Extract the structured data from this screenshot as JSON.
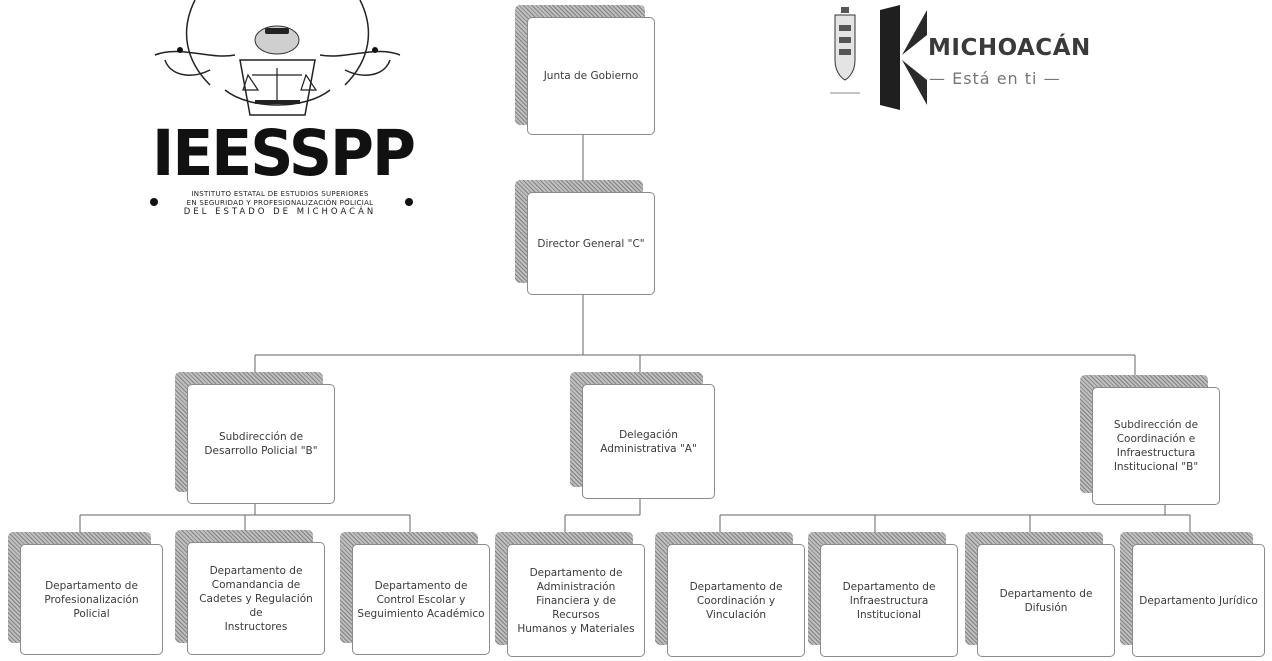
{
  "logos": {
    "left": {
      "wordmark": "IEESSPP",
      "line1": "INSTITUTO ESTATAL DE ESTUDIOS SUPERIORES",
      "line2": "EN SEGURIDAD Y PROFESIONALIZACIÓN POLICIAL",
      "line3": "DEL ESTADO DE MICHOACÁN"
    },
    "right": {
      "title": "MICHOACÁN",
      "slogan": "— Está en ti —"
    }
  },
  "org_chart": {
    "level1": {
      "label": "Junta de Gobierno"
    },
    "level2": {
      "label": "Director General \"C\""
    },
    "level3": [
      {
        "label": "Subdirección de\nDesarrollo Policial \"B\""
      },
      {
        "label": "Delegación\nAdministrativa \"A\""
      },
      {
        "label": "Subdirección de\nCoordinación e\nInfraestructura\nInstitucional \"B\""
      }
    ],
    "level4": [
      {
        "label": "Departamento de\nProfesionalización\nPolicial"
      },
      {
        "label": "Departamento de\nComandancia de\nCadetes y Regulación de\nInstructores"
      },
      {
        "label": "Departamento de\nControl Escolar y\nSeguimiento Académico"
      },
      {
        "label": "Departamento de\nAdministración\nFinanciera y de Recursos\nHumanos y Materiales"
      },
      {
        "label": "Departamento de\nCoordinación y\nVinculación"
      },
      {
        "label": "Departamento de\nInfraestructura\nInstitucional"
      },
      {
        "label": "Departamento de\nDifusión"
      },
      {
        "label": "Departamento Jurídico"
      }
    ]
  },
  "colors": {
    "line": "#555555",
    "box_border": "#8a8a8a",
    "shadow": "#b5b5b5"
  }
}
